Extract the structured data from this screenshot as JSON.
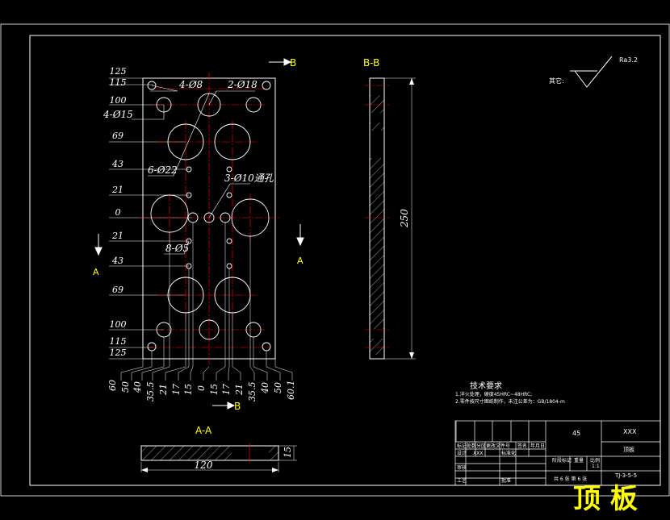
{
  "colors": {
    "background": "#000000",
    "line": "#ffffff",
    "center": "#ff0000",
    "hidden": "#ffff00",
    "section": "#ff00ff"
  },
  "view_labels": {
    "b_top": "B",
    "b_bottom": "B",
    "a_left": "A",
    "a_right": "A",
    "section_bb": "B-B",
    "section_aa": "A-A"
  },
  "left_dims": [
    "125",
    "115",
    "100",
    "69",
    "43",
    "21",
    "0",
    "21",
    "43",
    "69",
    "100",
    "115",
    "125"
  ],
  "bottom_dims": [
    "60",
    "50",
    "40",
    "35.5",
    "21",
    "17",
    "15",
    "0",
    "15",
    "17",
    "21",
    "35.5",
    "40",
    "50",
    "60.1"
  ],
  "callouts": {
    "four_d8": "4-Ø8",
    "two_d18": "2-Ø18",
    "four_d15": "4-Ø15",
    "six_d22": "6-Ø22",
    "three_d10": "3-Ø10通孔",
    "eight_d5": "8-Ø5"
  },
  "bb_dim": "250",
  "aa_dims": {
    "width": "120",
    "height": "15"
  },
  "roughness": {
    "value": "Ra3.2",
    "other": "其它:"
  },
  "tech": {
    "title": "技术要求",
    "line1": "1.淬火处理，硬度45HRC~48HRC;",
    "line2": "2.零件按尺寸图纸制作，未注公差为：GB/1804-m"
  },
  "title_block": {
    "material": "45",
    "company": "XXX",
    "part": "顶板",
    "code": "TJ-3-5-5",
    "scale": "1:1",
    "sheet": "共 6 张 第 6 张",
    "h1": "标记",
    "h2": "处数",
    "h3": "分区",
    "h4": "更改文件号",
    "h5": "签名",
    "h6": "年月日",
    "designer": "设计",
    "xxx": "XXX",
    "std": "标准化",
    "check": "审核",
    "craft": "工艺",
    "approve": "批准",
    "stage": "阶段标记",
    "weight": "重量",
    "ratio": "比例"
  },
  "big_label": "顶  板"
}
